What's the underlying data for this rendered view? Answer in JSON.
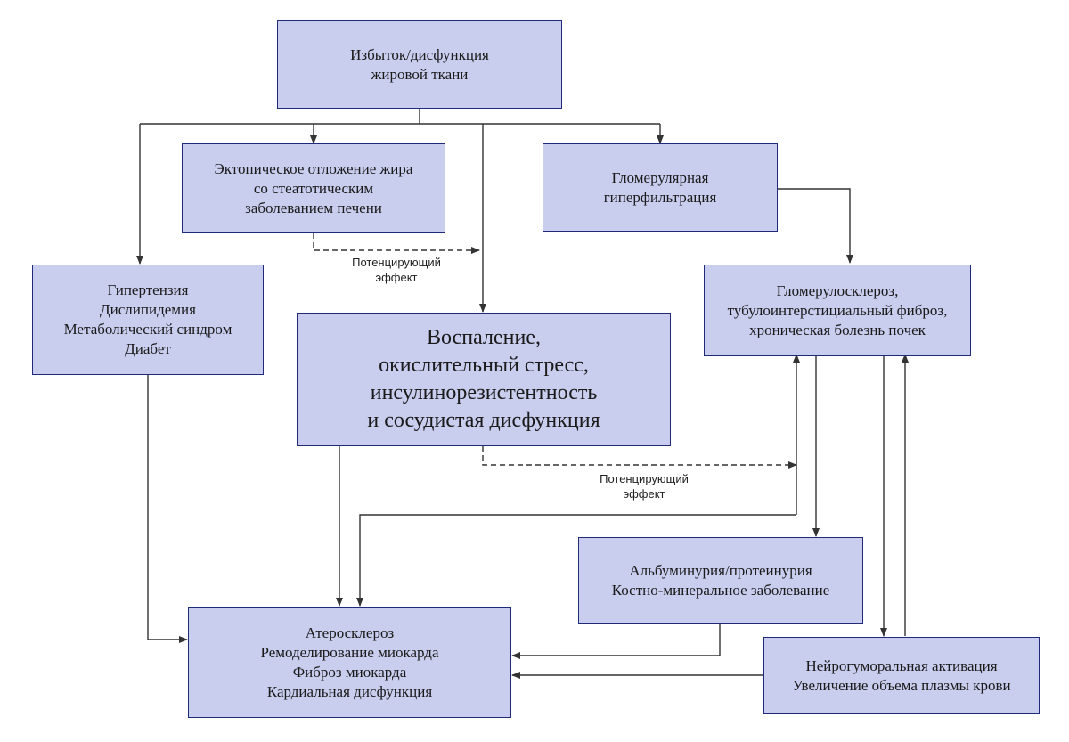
{
  "colors": {
    "box_fill": "#c9cdee",
    "box_border": "#1f2a78",
    "arrow": "#333333"
  },
  "nodes": {
    "adipose": {
      "lines": [
        "Избыток/дисфункция",
        "жировой ткани"
      ]
    },
    "ectopic": {
      "lines": [
        "Эктопическое отложение жира",
        "со стеатотическим",
        "заболеванием печени"
      ]
    },
    "glomerular_hyperfiltration": {
      "lines": [
        "Гломерулярная",
        "гиперфильтрация"
      ]
    },
    "hypertension": {
      "lines": [
        "Гипертензия",
        "Дислипидемия",
        "Метаболический синдром",
        "Диабет"
      ]
    },
    "inflammation": {
      "lines": [
        "Воспаление,",
        "окислительный стресс,",
        "инсулинорезистентность",
        "и сосудистая дисфункция"
      ]
    },
    "glomerulosclerosis": {
      "lines": [
        "Гломерулосклероз,",
        "тубулоинтерстициальный фиброз,",
        "хроническая болезнь почек"
      ]
    },
    "albuminuria": {
      "lines": [
        "Альбуминурия/протеинурия",
        "Костно-минеральное заболевание"
      ]
    },
    "atherosclerosis": {
      "lines": [
        "Атеросклероз",
        "Ремоделирование миокарда",
        "Фиброз миокарда",
        "Кардиальная дисфункция"
      ]
    },
    "neurohumoral": {
      "lines": [
        "Нейрогуморальная активация",
        "Увеличение объема плазмы крови"
      ]
    }
  },
  "notes": {
    "potentiating_1": {
      "lines": [
        "Потенцирующий",
        "эффект"
      ]
    },
    "potentiating_2": {
      "lines": [
        "Потенцирующий",
        "эффект"
      ]
    }
  }
}
